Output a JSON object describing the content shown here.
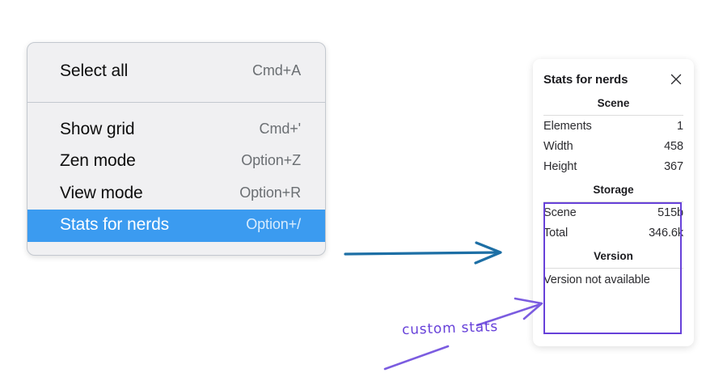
{
  "menu": {
    "groups": [
      {
        "items": [
          {
            "label": "Select all",
            "shortcut": "Cmd+A",
            "highlighted": false
          }
        ]
      },
      {
        "items": [
          {
            "label": "Show grid",
            "shortcut": "Cmd+'",
            "highlighted": false
          },
          {
            "label": "Zen mode",
            "shortcut": "Option+Z",
            "highlighted": false
          },
          {
            "label": "View mode",
            "shortcut": "Option+R",
            "highlighted": false
          },
          {
            "label": "Stats for nerds",
            "shortcut": "Option+/",
            "highlighted": true
          }
        ]
      }
    ],
    "highlight_color": "#3b9bf0"
  },
  "stats_panel": {
    "title": "Stats for nerds",
    "close_icon": "close-icon",
    "sections": [
      {
        "heading": "Scene",
        "rows": [
          {
            "key": "Elements",
            "value": "1"
          },
          {
            "key": "Width",
            "value": "458"
          },
          {
            "key": "Height",
            "value": "367"
          }
        ]
      },
      {
        "heading": "Storage",
        "rows": [
          {
            "key": "Scene",
            "value": "515b"
          },
          {
            "key": "Total",
            "value": "346.6k"
          }
        ]
      },
      {
        "heading": "Version",
        "single_line": "Version not available"
      }
    ]
  },
  "annotations": {
    "caption": "custom stats",
    "caption_color": "#6741d9",
    "blue_arrow_color": "#1d6fa5",
    "purple_color": "#6741d9"
  }
}
